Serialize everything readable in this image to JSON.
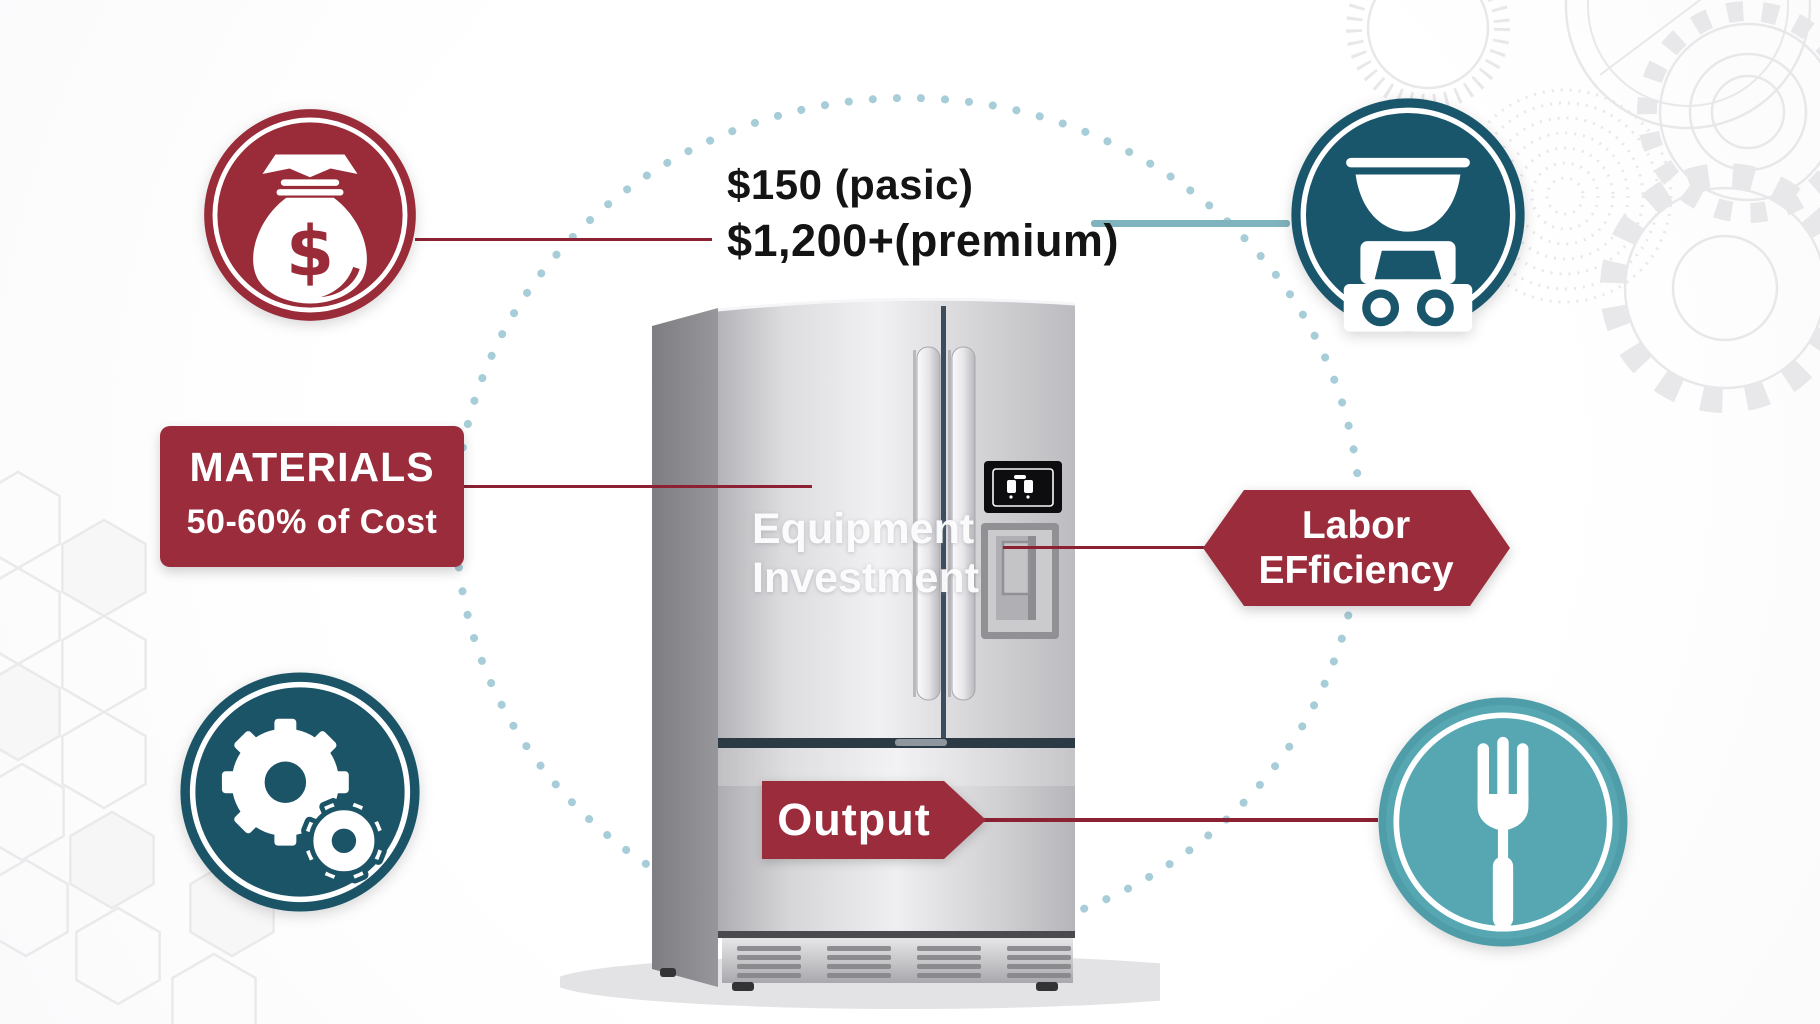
{
  "callouts": {
    "price": {
      "line1": "$150 (pasic)",
      "line2": "$1,200+(premium)"
    },
    "materials": {
      "title": "MATERIALS",
      "subtitle": "50-60% of Cost"
    },
    "labor": {
      "line1": "Labor",
      "line2": "EFficiency"
    },
    "output": {
      "label": "Output"
    }
  },
  "fridge": {
    "line1": "Equipment",
    "line2": "Investment"
  },
  "icons": {
    "top_left": "money-bag-icon",
    "top_right": "kitchen-scale-icon",
    "bottom_left": "gears-icon",
    "bottom_right": "fork-icon",
    "fridge_panel": "water-dispenser-icon"
  },
  "colors": {
    "maroon": "#9A2C3C",
    "maroon_line": "#8B2133",
    "dark_teal": "#1A566B",
    "light_teal": "#57A7B3",
    "connector_teal": "#7FB3BE",
    "dot_circle": "#A7CDD8",
    "text_dark": "#141414",
    "pattern_gray": "#E9E9EB"
  }
}
